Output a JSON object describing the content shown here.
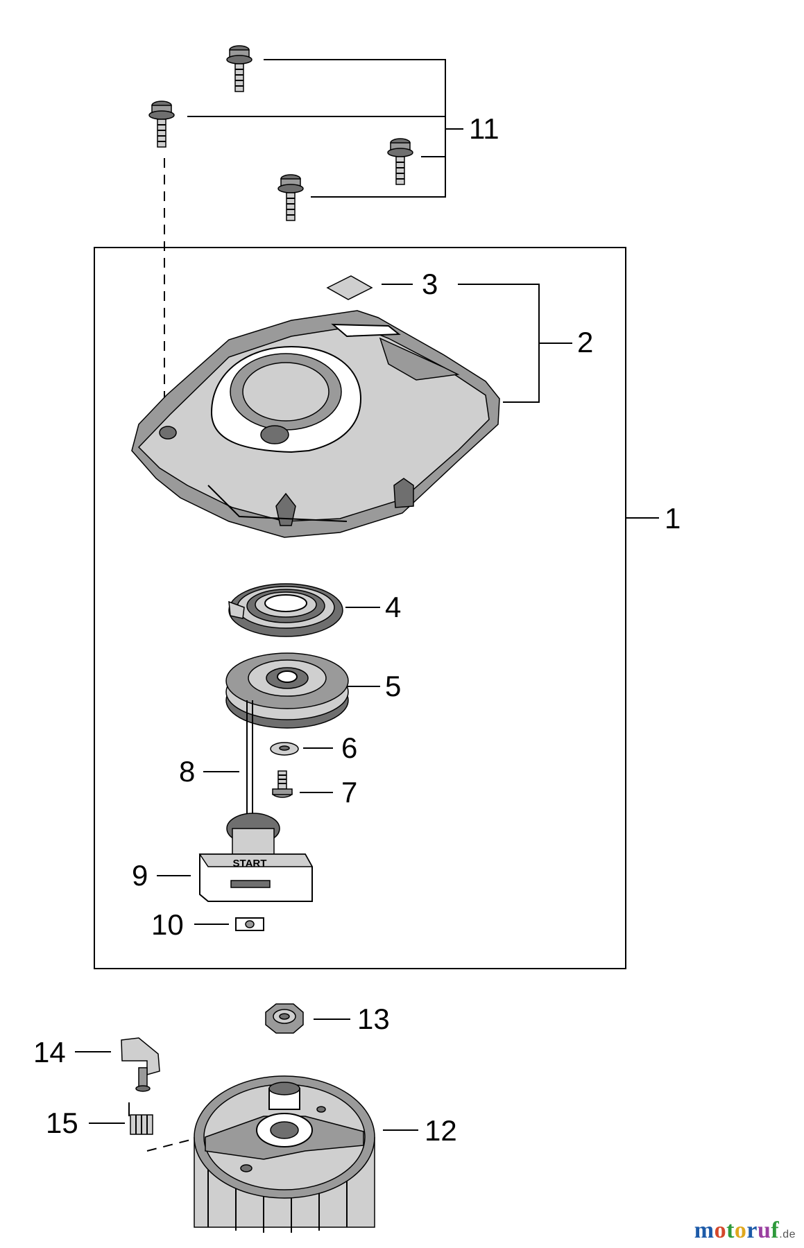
{
  "callouts": [
    "1",
    "2",
    "3",
    "4",
    "5",
    "6",
    "7",
    "8",
    "9",
    "10",
    "11",
    "12",
    "13",
    "14",
    "15"
  ],
  "handle_text": "START",
  "watermark": {
    "m": "m",
    "o": "o",
    "t": "t",
    "o2": "o",
    "r": "r",
    "u": "u",
    "f": "f",
    "de": ".de"
  }
}
